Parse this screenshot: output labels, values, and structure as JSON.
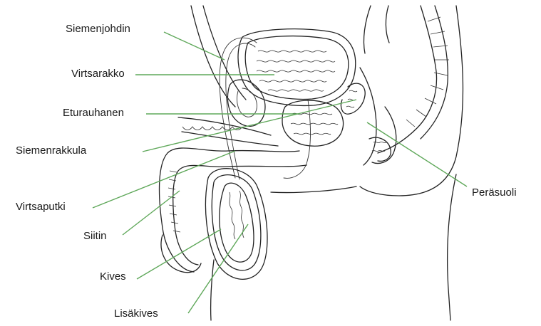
{
  "labels": {
    "siemenjohdin": "Siemenjohdin",
    "virtsarakko": "Virtsarakko",
    "eturauhanen": "Eturauhanen",
    "siemenrakkula": "Siemenrakkula",
    "virtsaputki": "Virtsaputki",
    "siitin": "Siitin",
    "kives": "Kives",
    "lisakives": "Lisäkives",
    "perasuoli": "Peräsuoli"
  },
  "colors": {
    "leader_line": "#5fa85a",
    "line_art": "#222222",
    "label_text": "#1a1a1a",
    "background": "#ffffff"
  }
}
